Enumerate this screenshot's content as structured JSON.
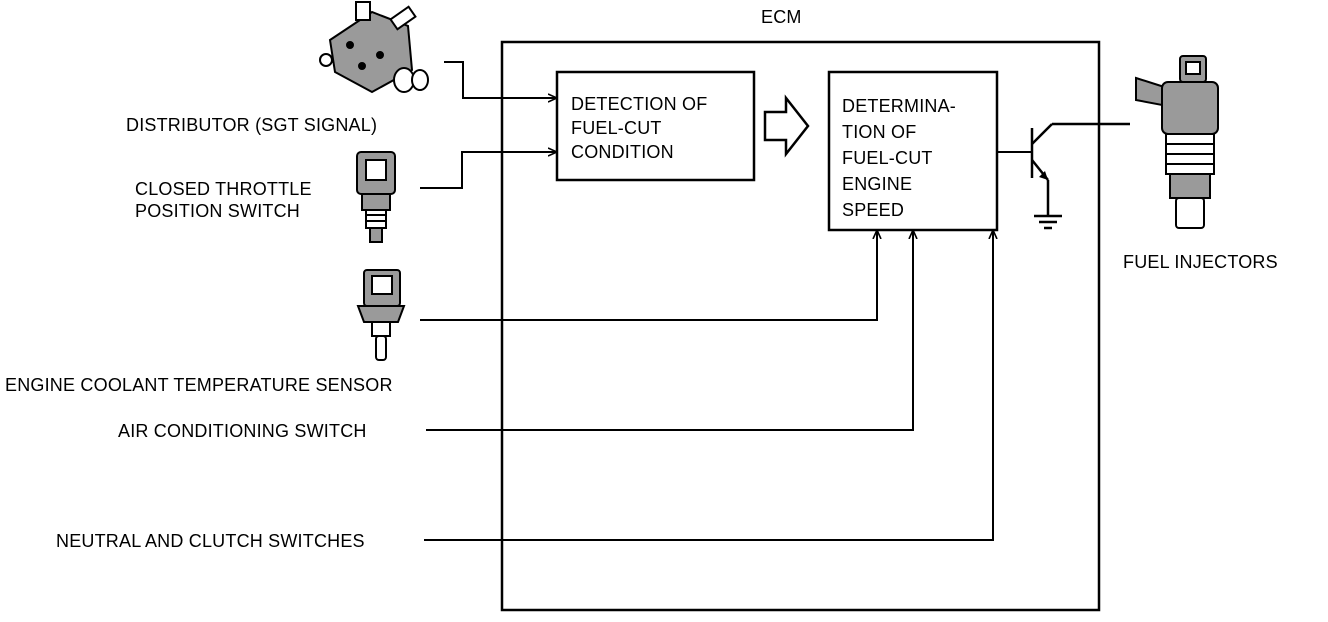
{
  "ecm": {
    "title": "ECM"
  },
  "blocks": {
    "detection": "DETECTION OF\nFUEL-CUT\nCONDITION",
    "determination": "DETERMINA-\nTION OF\nFUEL-CUT\nENGINE\nSPEED"
  },
  "inputs": {
    "distributor": "DISTRIBUTOR (SGT SIGNAL)",
    "throttle": "CLOSED THROTTLE\nPOSITION SWITCH",
    "coolant": "ENGINE COOLANT TEMPERATURE SENSOR",
    "aircon": "AIR CONDITIONING SWITCH",
    "neutral": "NEUTRAL AND CLUTCH SWITCHES"
  },
  "outputs": {
    "injectors": "FUEL INJECTORS"
  },
  "colors": {
    "ink": "#000000",
    "component_gray": "#9a9a9a"
  }
}
